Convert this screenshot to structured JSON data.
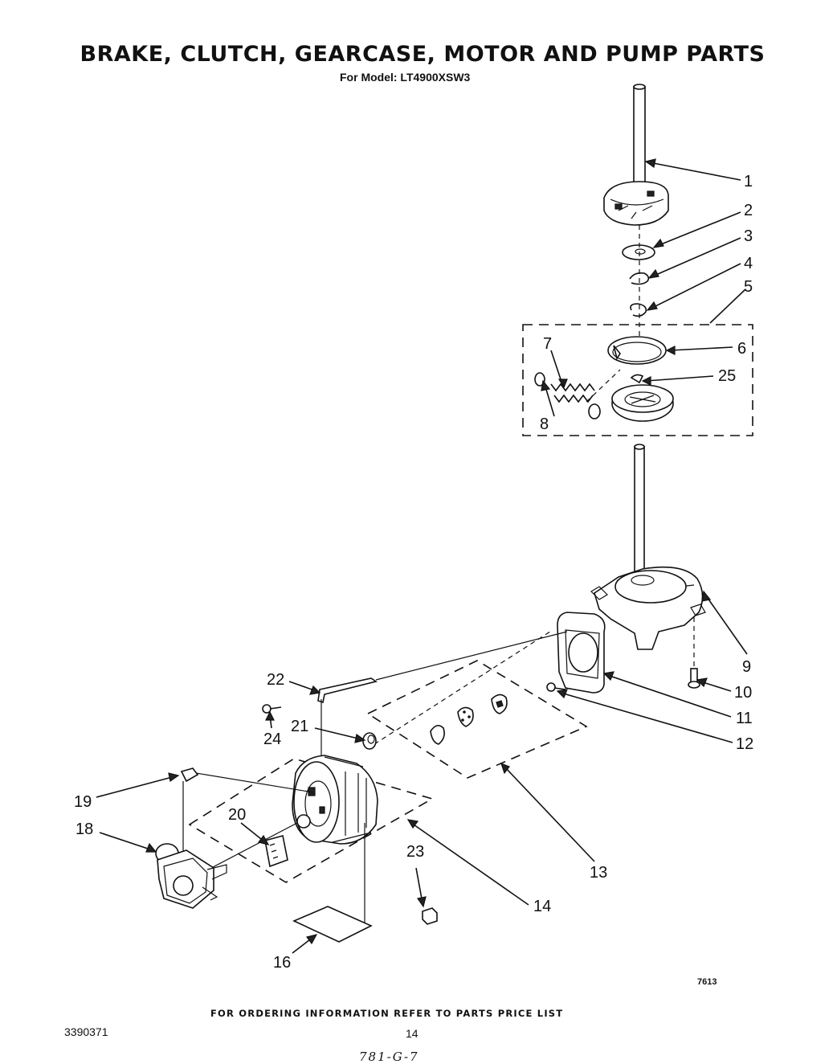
{
  "title": "BRAKE, CLUTCH, GEARCASE, MOTOR AND  PUMP PARTS",
  "subtitle": "For Model: LT4900XSW3",
  "callouts": [
    "1",
    "2",
    "3",
    "4",
    "5",
    "6",
    "7",
    "8",
    "9",
    "10",
    "11",
    "12",
    "13",
    "14",
    "16",
    "18",
    "19",
    "20",
    "21",
    "22",
    "23",
    "24",
    "25"
  ],
  "illustration_code": "7613",
  "footer_note": "FOR ORDERING INFORMATION REFER TO PARTS PRICE LIST",
  "document_number": "3390371",
  "page_number": "14",
  "handwritten_note": "781-G-7"
}
